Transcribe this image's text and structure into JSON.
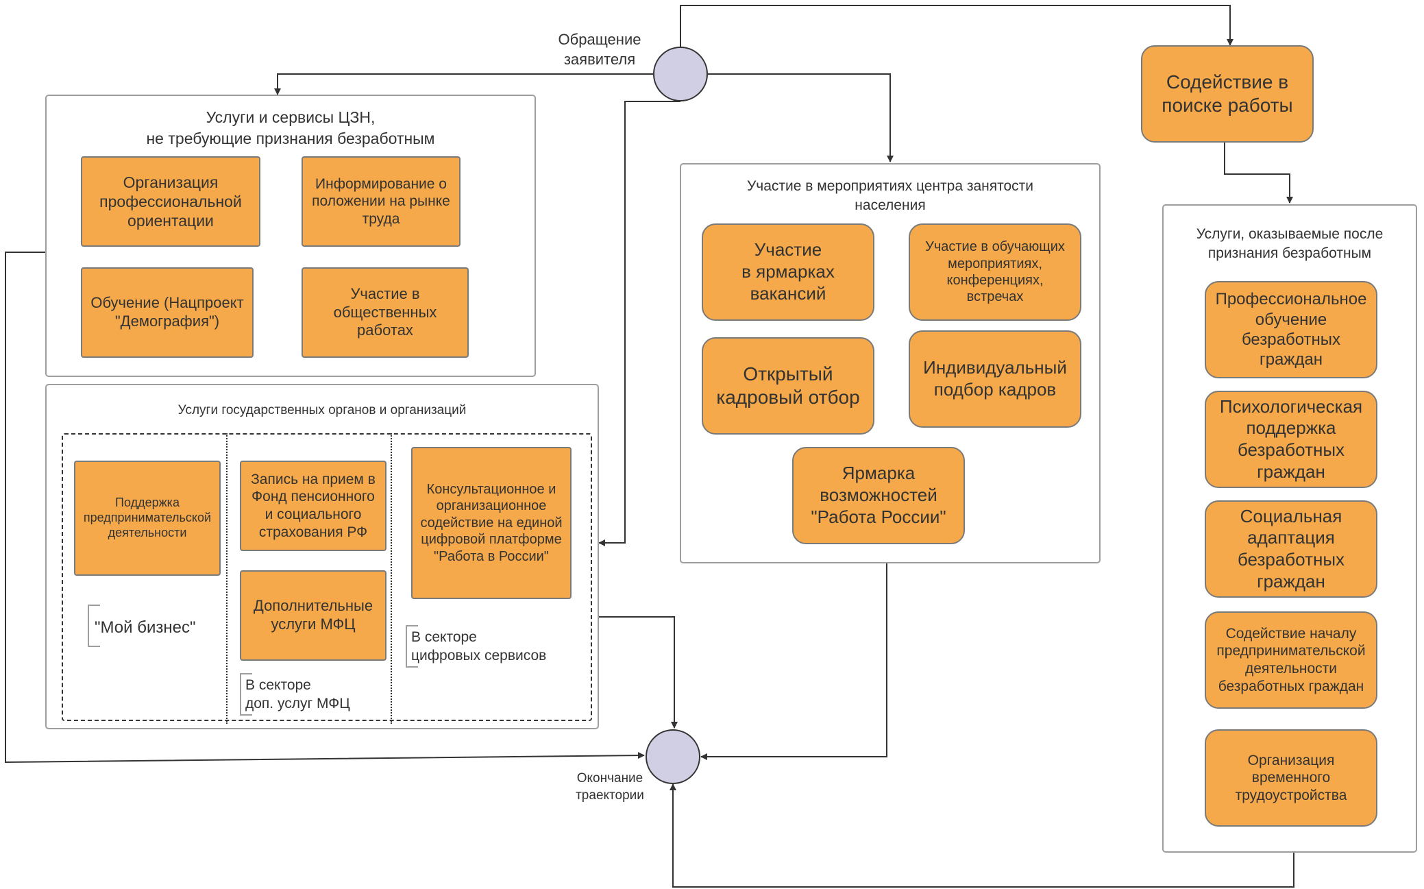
{
  "start_node": {
    "label": "Обращение\nзаявителя"
  },
  "end_node": {
    "label": "Окончание\nтраектории"
  },
  "czn_panel": {
    "title": "Услуги и сервисы ЦЗН,\nне требующие признания безработным",
    "boxes": [
      "Организация\nпрофессиональной\nориентации",
      "Информирование о\nположении на рынке\nтруда",
      "Обучение (Нацпроект\n\"Демография\")",
      "Участие в\nобщественных\nработах"
    ]
  },
  "gov_panel": {
    "title": "Услуги государственных органов и организаций",
    "boxes": [
      "Поддержка\nпредпринимательской\nдеятельности",
      "Запись на прием в\nФонд пенсионного\nи социального\nстрахования РФ",
      "Дополнительные\nуслуги МФЦ",
      "Консультационное и\nорганизационное\nсодействие на единой\nцифровой платформе\n\"Работа в России\""
    ],
    "annotations": [
      "\"Мой бизнес\"",
      "В секторе\nдоп. услуг МФЦ",
      "В секторе\nцифровых сервисов"
    ]
  },
  "events_panel": {
    "title": "Участие в мероприятиях центра занятости\nнаселения",
    "boxes": [
      "Участие\nв ярмарках\nвакансий",
      "Участие в обучающих\nмероприятиях,\nконференциях,\nвстречах",
      "Открытый\nкадровый отбор",
      "Индивидуальный\nподбор кадров",
      "Ярмарка\nвозможностей\n\"Работа России\""
    ]
  },
  "job_search": {
    "label": "Содействие в\nпоиске работы"
  },
  "unemployed_panel": {
    "title": "Услуги, оказываемые после\nпризнания безработным",
    "boxes": [
      "Профессиональное\nобучение\nбезработных\nграждан",
      "Психологическая\nподдержка\nбезработных\nграждан",
      "Социальная\nадаптация\nбезработных\nграждан",
      "Содействие началу\nпредпринимательской\nдеятельности\nбезработных граждан",
      "Организация\nвременного\nтрудоустройства"
    ]
  },
  "colors": {
    "box_fill": "#f5a94a",
    "node_fill": "#d0cfe4",
    "line": "#333333"
  }
}
